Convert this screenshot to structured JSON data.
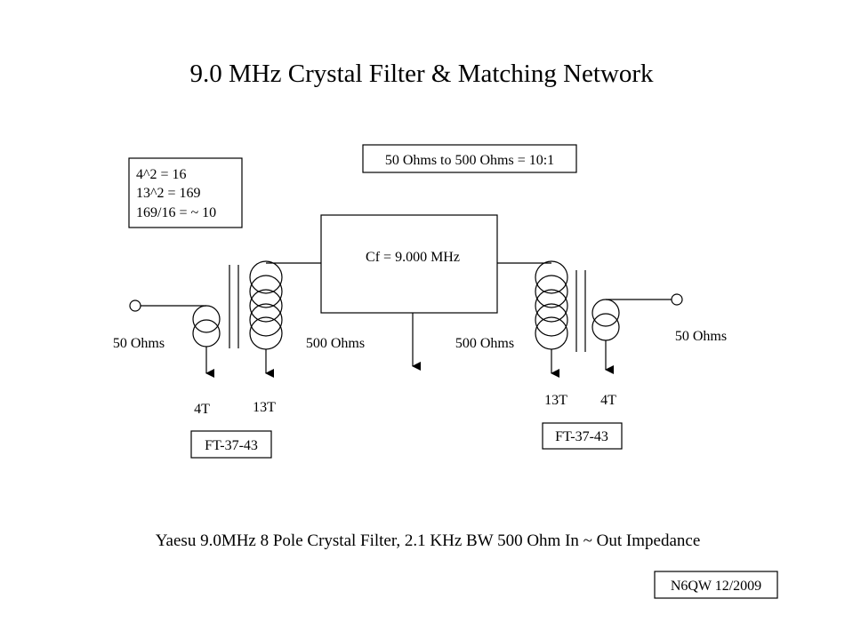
{
  "title": "9.0 MHz Crystal Filter & Matching Network",
  "calc_lines": [
    "4^2 = 16",
    "13^2 = 169",
    "169/16  = ~ 10"
  ],
  "ratio_note": "50 Ohms to 500 Ohms = 10:1",
  "filter_label": "Cf = 9.000 MHz",
  "input_side": {
    "port_impedance": "50 Ohms",
    "filter_impedance": "500 Ohms",
    "primary_turns": "4T",
    "secondary_turns": "13T",
    "core": "FT-37-43"
  },
  "output_side": {
    "filter_impedance": "500 Ohms",
    "port_impedance": "50 Ohms",
    "primary_turns": "13T",
    "secondary_turns": "4T",
    "core": "FT-37-43"
  },
  "footer_note": "Yaesu 9.0MHz 8 Pole Crystal Filter, 2.1 KHz BW 500 Ohm In ~ Out Impedance",
  "signature": "N6QW 12/2009"
}
